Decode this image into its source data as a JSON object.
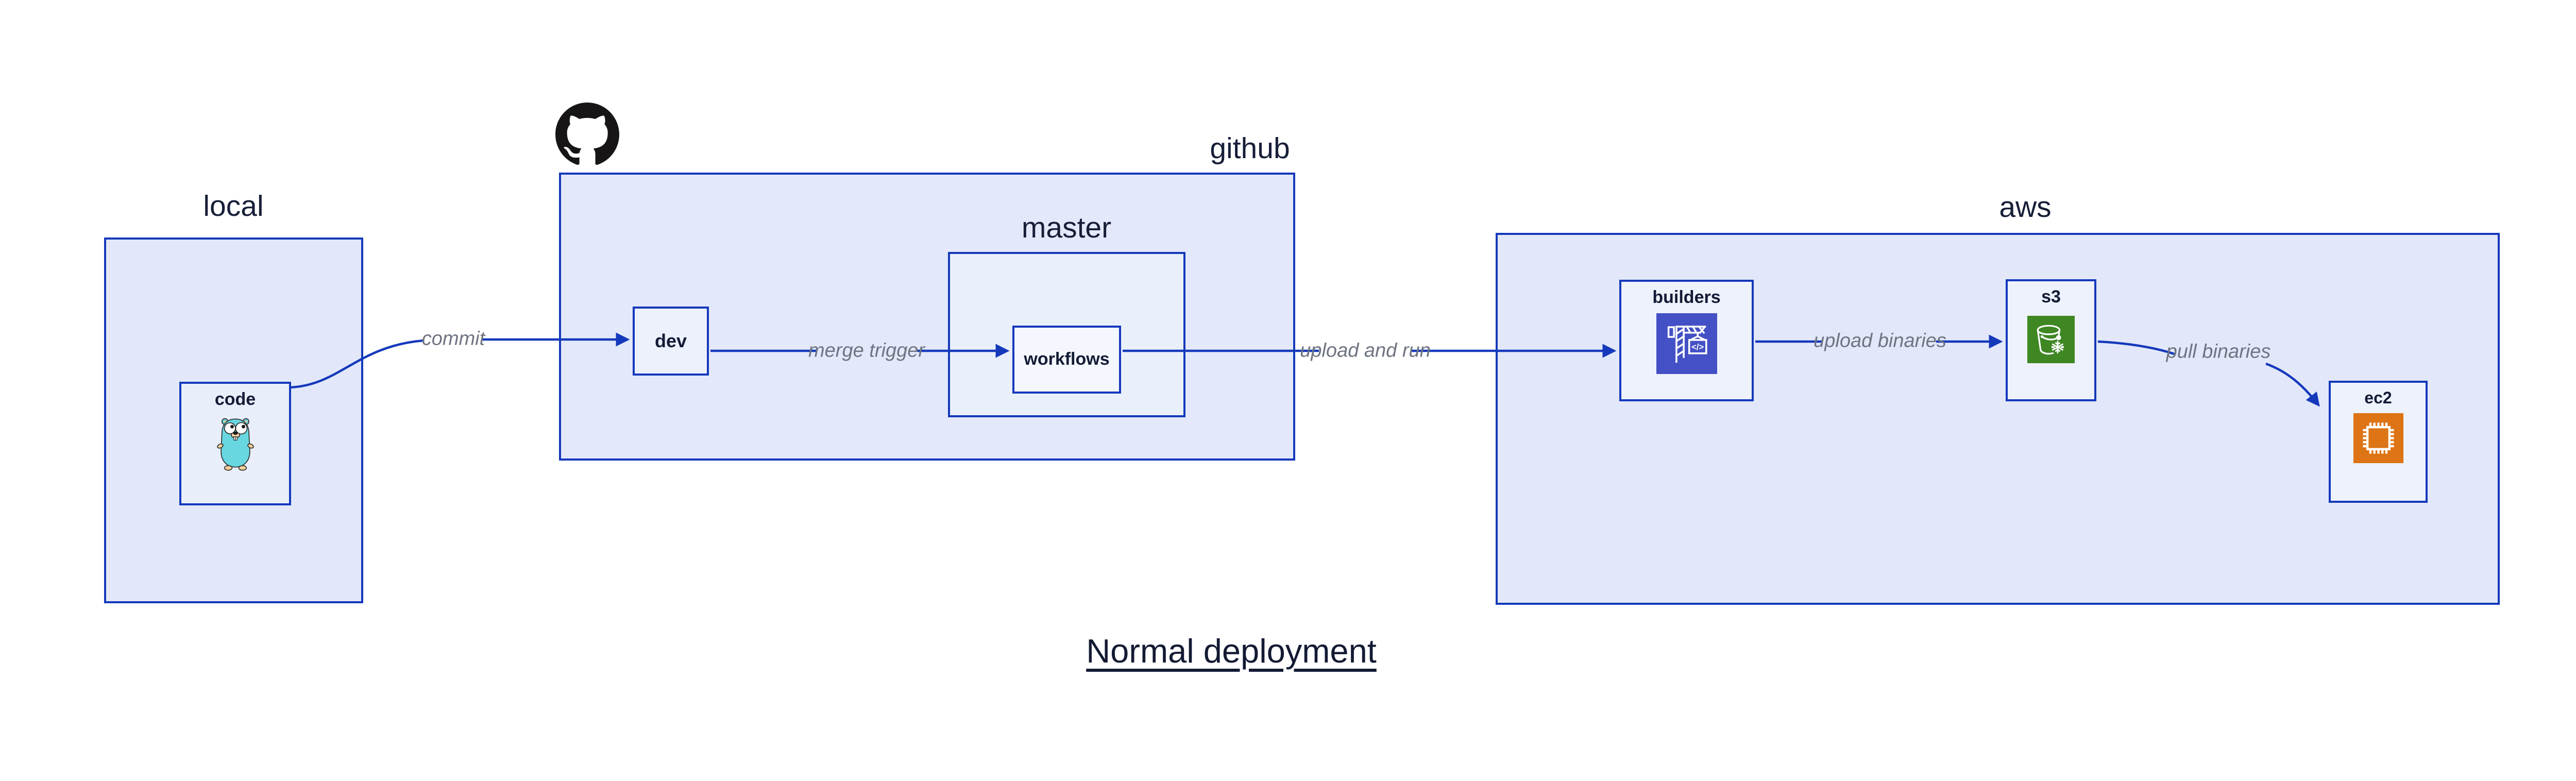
{
  "title": {
    "text": "Normal deployment"
  },
  "groups": {
    "local": {
      "label": "local"
    },
    "github": {
      "label": "github"
    },
    "master": {
      "label": "master"
    },
    "aws": {
      "label": "aws"
    }
  },
  "nodes": {
    "code": {
      "label": "code",
      "icon": "go-gopher-icon"
    },
    "dev": {
      "label": "dev"
    },
    "workflows": {
      "label": "workflows"
    },
    "builders": {
      "label": "builders",
      "icon": "codebuild-crane-icon",
      "icon_color": "#4450c5",
      "icon_text": "</>"
    },
    "s3": {
      "label": "s3",
      "icon": "s3-bucket-snowflake-icon",
      "icon_color": "#3e8723"
    },
    "ec2": {
      "label": "ec2",
      "icon": "ec2-chip-icon",
      "icon_color": "#dd7415"
    }
  },
  "edges": {
    "commit": {
      "label": "commit"
    },
    "merge_trigger": {
      "label": "merge trigger"
    },
    "upload_and_run": {
      "label": "upload and run"
    },
    "upload_binaries": {
      "label": "upload binaries"
    },
    "pull_binaries": {
      "label": "pull binaries"
    }
  },
  "logo": {
    "name": "github-octocat-logo",
    "color": "#171515"
  },
  "colors": {
    "line": "#1539bb",
    "group_fill": "#e2e8f9",
    "master_fill": "#eaeffc",
    "node_fill": "#edf1fc",
    "workflows_fill": "#f4f7fd",
    "dark_text": "#131b36",
    "edge_label_gray": "#6e7480",
    "gopher_teal": "#68d7e2"
  }
}
